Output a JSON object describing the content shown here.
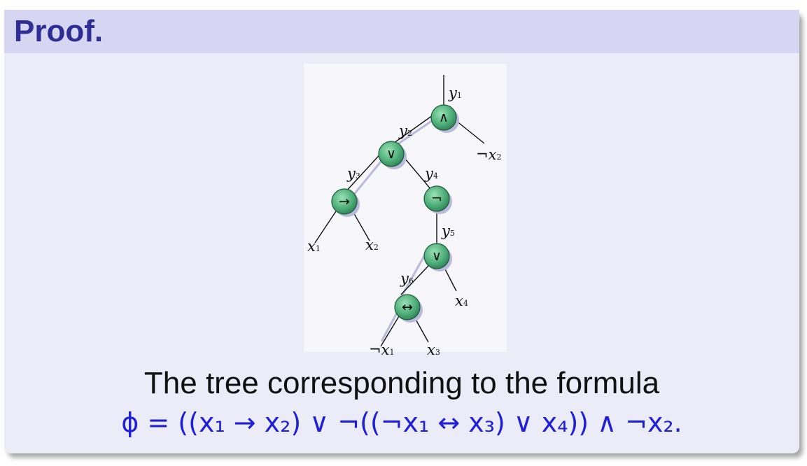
{
  "block": {
    "title": "Proof."
  },
  "tree": {
    "nodes": [
      {
        "id": "n1",
        "symbol": "∧"
      },
      {
        "id": "n2",
        "symbol": "∨"
      },
      {
        "id": "n3",
        "symbol": "→"
      },
      {
        "id": "n4",
        "symbol": "¬"
      },
      {
        "id": "n5",
        "symbol": "∨"
      },
      {
        "id": "n6",
        "symbol": "↔"
      }
    ],
    "edge_labels": {
      "y1": {
        "var": "y",
        "sub": "1"
      },
      "y2": {
        "var": "y",
        "sub": "2"
      },
      "y3": {
        "var": "y",
        "sub": "3"
      },
      "y4": {
        "var": "y",
        "sub": "4"
      },
      "y5": {
        "var": "y",
        "sub": "5"
      },
      "y6": {
        "var": "y",
        "sub": "6"
      }
    },
    "leaves": {
      "not_x2": {
        "neg": "¬",
        "var": "x",
        "sub": "2"
      },
      "x1": {
        "neg": "",
        "var": "x",
        "sub": "1"
      },
      "x2": {
        "neg": "",
        "var": "x",
        "sub": "2"
      },
      "x4": {
        "neg": "",
        "var": "x",
        "sub": "4"
      },
      "not_x1": {
        "neg": "¬",
        "var": "x",
        "sub": "1"
      },
      "x3": {
        "neg": "",
        "var": "x",
        "sub": "3"
      }
    }
  },
  "caption": "The tree corresponding to the formula",
  "formula": "ϕ = ((x₁ → x₂) ∨ ¬((¬x₁ ↔ x₃) ∨ x₄)) ∧ ¬x₂."
}
